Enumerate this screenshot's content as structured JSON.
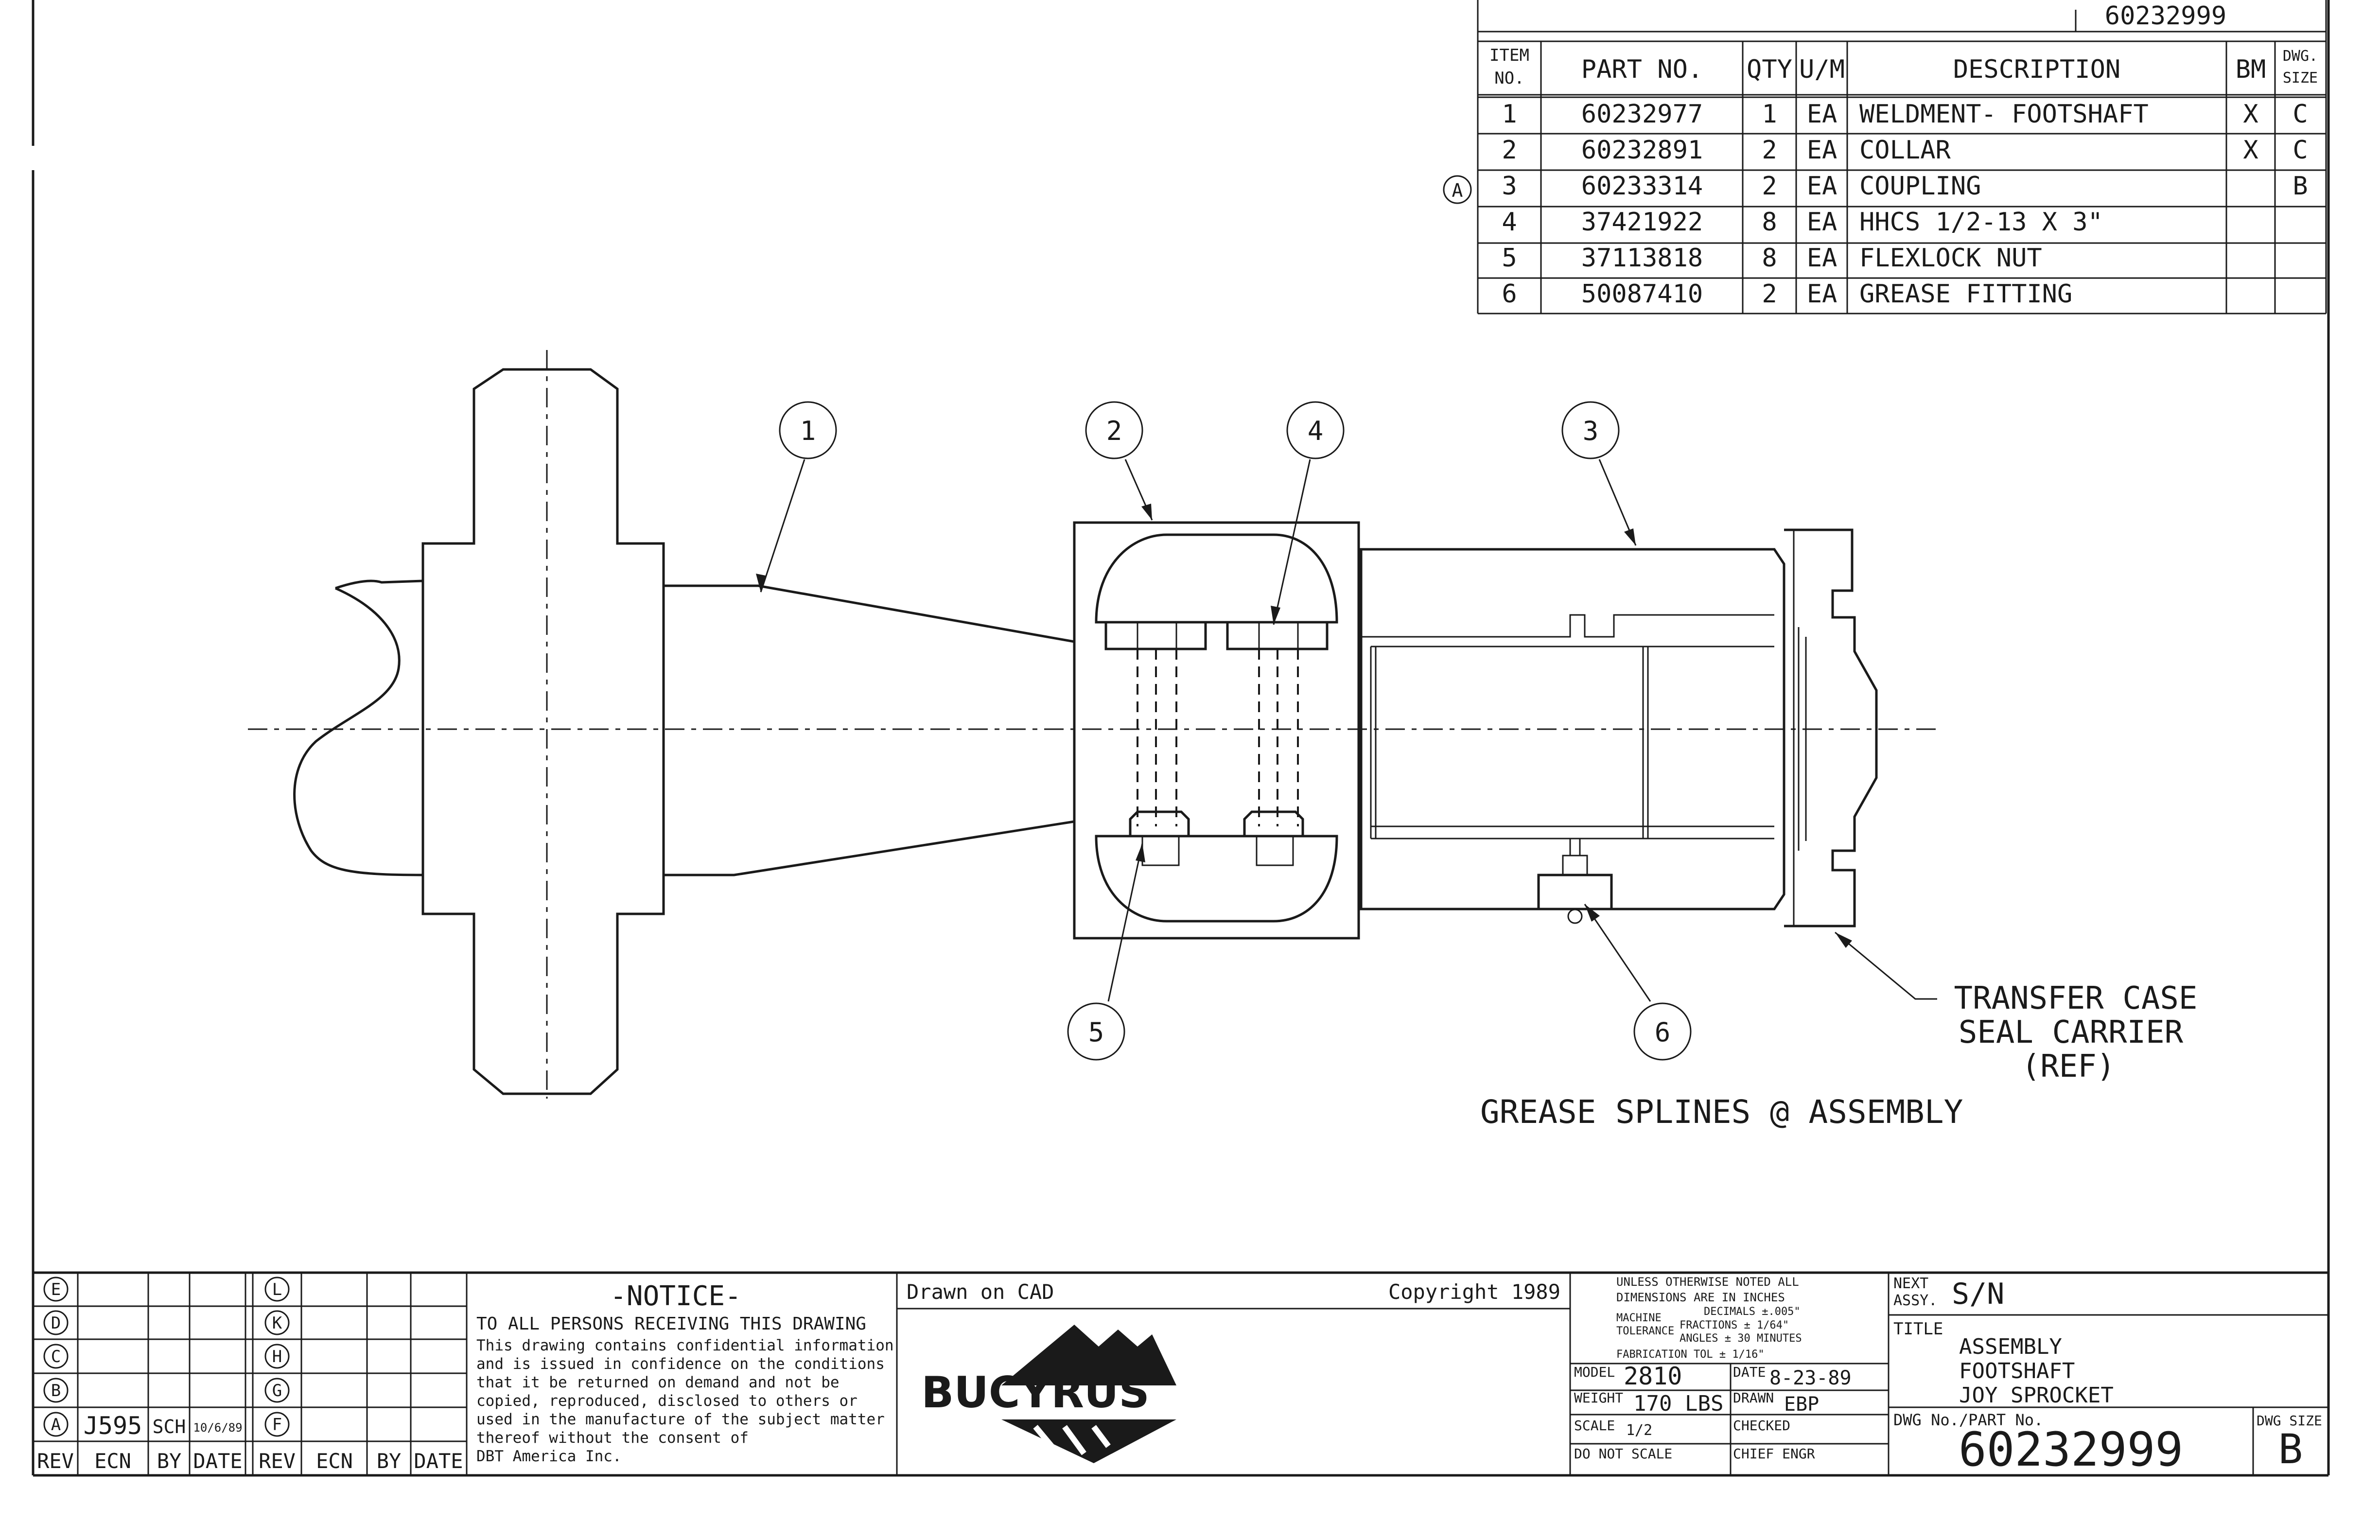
{
  "drawing_number_top": "60232999",
  "bom": {
    "headers": {
      "item_no": "ITEM NO.",
      "part_no": "PART NO.",
      "qty": "QTY",
      "um": "U/M",
      "description": "DESCRIPTION",
      "bm": "BM",
      "dwg_size": "DWG. SIZE"
    },
    "revision_marker": "A",
    "rows": [
      {
        "item": "1",
        "part": "60232977",
        "qty": "1",
        "um": "EA",
        "desc": "WELDMENT- FOOTSHAFT",
        "bm": "X",
        "size": "C"
      },
      {
        "item": "2",
        "part": "60232891",
        "qty": "2",
        "um": "EA",
        "desc": "COLLAR",
        "bm": "X",
        "size": "C"
      },
      {
        "item": "3",
        "part": "60233314",
        "qty": "2",
        "um": "EA",
        "desc": "COUPLING",
        "bm": "",
        "size": "B"
      },
      {
        "item": "4",
        "part": "37421922",
        "qty": "8",
        "um": "EA",
        "desc": "HHCS 1/2-13 X 3\"",
        "bm": "",
        "size": ""
      },
      {
        "item": "5",
        "part": "37113818",
        "qty": "8",
        "um": "EA",
        "desc": "FLEXLOCK NUT",
        "bm": "",
        "size": ""
      },
      {
        "item": "6",
        "part": "50087410",
        "qty": "2",
        "um": "EA",
        "desc": "GREASE FITTING",
        "bm": "",
        "size": ""
      }
    ]
  },
  "balloons": [
    "1",
    "2",
    "4",
    "3",
    "5",
    "6"
  ],
  "callout_transfer_case": [
    "TRANSFER CASE",
    "SEAL CARRIER",
    "(REF)"
  ],
  "note": "GREASE SPLINES @ ASSEMBLY",
  "revisions": {
    "left_letters": [
      "E",
      "D",
      "C",
      "B",
      "A"
    ],
    "right_letters": [
      "L",
      "K",
      "H",
      "G",
      "F"
    ],
    "entry_a": {
      "ecn": "J595",
      "by": "SCH",
      "date": "10/6/89"
    },
    "footer": [
      "REV",
      "ECN",
      "BY",
      "DATE",
      "REV",
      "ECN",
      "BY",
      "DATE"
    ]
  },
  "notice": {
    "title": "-NOTICE-",
    "subtitle": "TO ALL PERSONS RECEIVING THIS DRAWING",
    "lines": [
      "This drawing contains confidential information",
      "and is issued in confidence on the conditions",
      "that it be returned on demand and not be",
      "copied, reproduced, disclosed to others or",
      "used in the manufacture of the subject matter",
      "thereof without the consent of",
      "DBT America Inc."
    ]
  },
  "drawn_on": "Drawn on CAD",
  "copyright": "Copyright 1989",
  "logo_text": "BUCYRUS",
  "tolerance": {
    "line1": "UNLESS OTHERWISE NOTED ALL",
    "line2": "DIMENSIONS ARE IN INCHES",
    "machine": "MACHINE",
    "tol": "TOLERANCE",
    "decimals": "DECIMALS ±.005\"",
    "fractions": "FRACTIONS ± 1/64\"",
    "angles": "ANGLES ± 30 MINUTES",
    "fab": "FABRICATION TOL ± 1/16\""
  },
  "title_block": {
    "model_label": "MODEL",
    "model": "2810",
    "date_label": "DATE",
    "date": "8-23-89",
    "weight_label": "WEIGHT",
    "weight": "170 LBS",
    "drawn_label": "DRAWN",
    "drawn": "EBP",
    "scale_label": "SCALE",
    "scale": "1/2",
    "checked_label": "CHECKED",
    "dns": "DO NOT SCALE",
    "chief_label": "CHIEF ENGR",
    "next_assy_label_1": "NEXT",
    "next_assy_label_2": "ASSY.",
    "next_assy": "S/N",
    "title_label": "TITLE",
    "title_lines": [
      "ASSEMBLY",
      "FOOTSHAFT",
      "JOY SPROCKET"
    ],
    "dwg_no_label": "DWG No./PART No.",
    "dwg_no": "60232999",
    "dwg_size_label": "DWG SIZE",
    "dwg_size": "B"
  }
}
